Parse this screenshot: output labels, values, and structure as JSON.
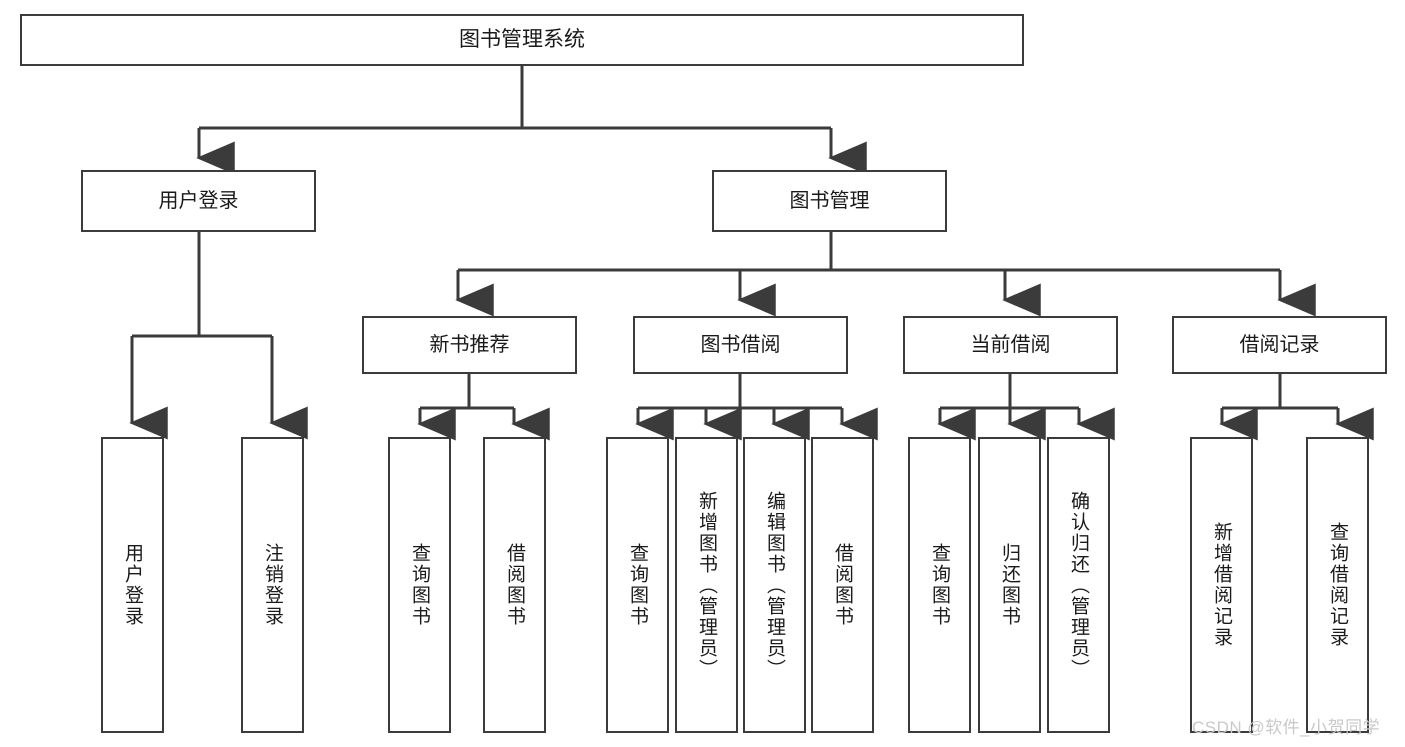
{
  "diagram": {
    "title": "图书管理系统",
    "type": "tree-hierarchy-chart",
    "watermark": "CSDN @软件_小贺同学",
    "colors": {
      "box_border": "#3b3b3b",
      "box_fill": "#ffffff",
      "edge": "#3b3b3b",
      "text": "#1a1a1a",
      "watermark": "#c9c9c9",
      "background": "#ffffff"
    },
    "nodes": {
      "root": {
        "label": "图书管理系统"
      },
      "level2": [
        {
          "id": "user-login",
          "label": "用户登录"
        },
        {
          "id": "book-management",
          "label": "图书管理"
        }
      ],
      "level3": [
        {
          "id": "new-book-recommend",
          "label": "新书推荐"
        },
        {
          "id": "book-borrow",
          "label": "图书借阅"
        },
        {
          "id": "current-borrow",
          "label": "当前借阅"
        },
        {
          "id": "borrow-record",
          "label": "借阅记录"
        }
      ],
      "leaves": {
        "user-login": [
          {
            "id": "leaf-user-login",
            "label": "用户登录"
          },
          {
            "id": "leaf-logout-login",
            "label": "注销登录"
          }
        ],
        "new-book-recommend": [
          {
            "id": "leaf-query-book-1",
            "label": "查询图书"
          },
          {
            "id": "leaf-borrow-book-1",
            "label": "借阅图书"
          }
        ],
        "book-borrow": [
          {
            "id": "leaf-query-book-2",
            "label": "查询图书"
          },
          {
            "id": "leaf-add-book",
            "label": "新增图书（管理员）"
          },
          {
            "id": "leaf-edit-book",
            "label": "编辑图书（管理员）"
          },
          {
            "id": "leaf-borrow-book-2",
            "label": "借阅图书"
          }
        ],
        "current-borrow": [
          {
            "id": "leaf-query-book-3",
            "label": "查询图书"
          },
          {
            "id": "leaf-return-book",
            "label": "归还图书"
          },
          {
            "id": "leaf-confirm-return",
            "label": "确认归还（管理员）"
          }
        ],
        "borrow-record": [
          {
            "id": "leaf-add-record",
            "label": "新增借阅记录"
          },
          {
            "id": "leaf-query-record",
            "label": "查询借阅记录"
          }
        ]
      }
    }
  }
}
